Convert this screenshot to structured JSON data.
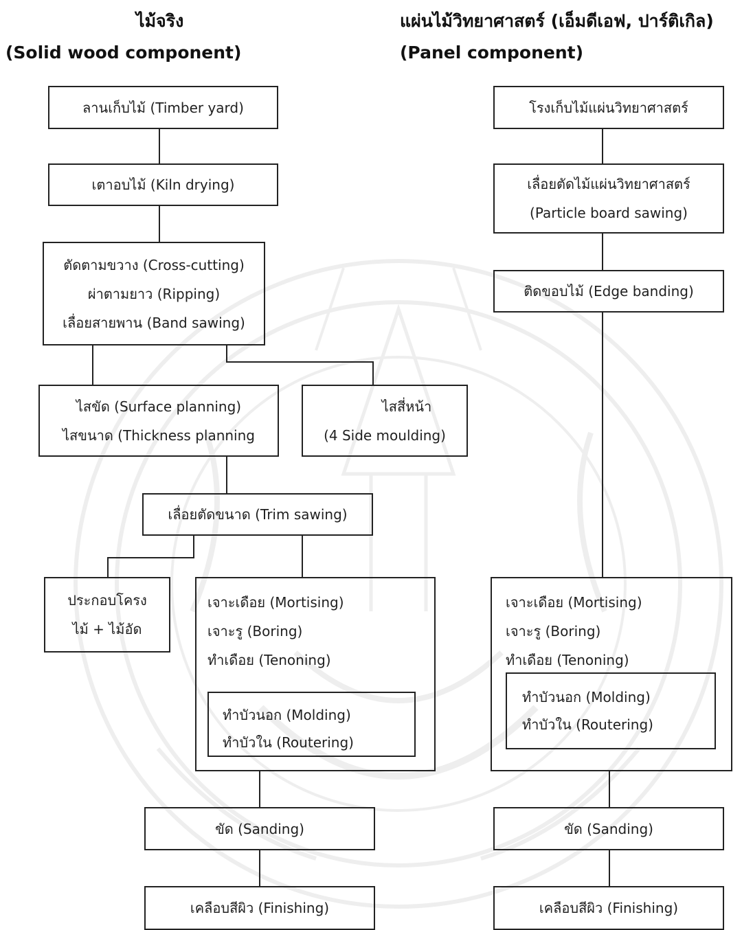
{
  "headers": {
    "solid_title": "ไม้จริง",
    "solid_subtitle": "(Solid wood component)",
    "panel_title": "แผ่นไม้วิทยาศาสตร์ (เอ็มดีเอฟ, ปาร์ติเกิล)",
    "panel_subtitle": "(Panel component)"
  },
  "solid": {
    "timber_yard": "ลานเก็บไม้ (Timber yard)",
    "kiln_drying": "เตาอบไม้ (Kiln drying)",
    "cutting": [
      "ตัดตามขวาง (Cross-cutting)",
      "ผ่าตามยาว (Ripping)",
      "เลื่อยสายพาน (Band sawing)"
    ],
    "planning": [
      "ไสขัด (Surface planning)",
      "ไสขนาด (Thickness planning"
    ],
    "moulding": [
      "ไสสี่หน้า",
      "(4 Side moulding)"
    ],
    "trim_sawing": "เลื่อยตัดขนาด (Trim sawing)",
    "assembly": [
      "ประกอบโครง",
      "ไม้ + ไม้อัด"
    ],
    "machining": [
      "เจาะเดือย (Mortising)",
      "เจาะรู (Boring)",
      "ทำเดือย (Tenoning)"
    ],
    "molding": [
      "ทำบัวนอก (Molding)",
      "ทำบัวใน (Routering)"
    ],
    "sanding": "ขัด (Sanding)",
    "finishing": "เคลือบสีผิว (Finishing)"
  },
  "panel": {
    "storage": "โรงเก็บไม้แผ่นวิทยาศาสตร์",
    "sawing": [
      "เลื่อยตัดไม้แผ่นวิทยาศาสตร์",
      "(Particle board sawing)"
    ],
    "edge_banding": "ติดขอบไม้ (Edge banding)",
    "machining": [
      "เจาะเดือย (Mortising)",
      "เจาะรู (Boring)",
      "ทำเดือย (Tenoning)"
    ],
    "molding": [
      "ทำบัวนอก (Molding)",
      "ทำบัวใน (Routering)"
    ],
    "sanding": "ขัด (Sanding)",
    "finishing": "เคลือบสีผิว (Finishing)"
  },
  "colors": {
    "line": "#222222",
    "watermark": "#9a9a9a"
  }
}
